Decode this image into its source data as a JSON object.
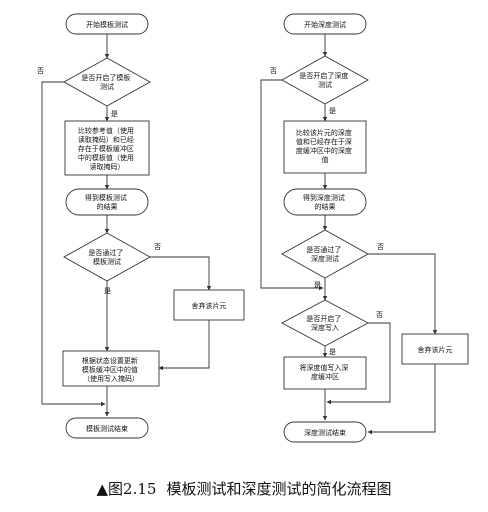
{
  "stencil": {
    "start": "开始模板测试",
    "dec_enabled": [
      "是否开启了模板",
      "测试"
    ],
    "compare": [
      "比较参考值（使用",
      "读取掩码）和已经",
      "存在于模板缓冲区",
      "中的模板值（使用",
      "读取掩码）"
    ],
    "result": [
      "得到模板测试",
      "的结果"
    ],
    "dec_pass": [
      "是否通过了",
      "模板测试"
    ],
    "discard": "舍弃该片元",
    "update": [
      "根据状态设置更新",
      "模板缓冲区中的值",
      "（使用写入掩码）"
    ],
    "end": "模板测试结束"
  },
  "depth": {
    "start": "开始深度测试",
    "dec_enabled": [
      "是否开启了深度",
      "测试"
    ],
    "compare": [
      "比较该片元的深度",
      "值和已经存在于深",
      "度缓冲区中的深度",
      "值"
    ],
    "result": [
      "得到深度测试",
      "的结果"
    ],
    "dec_pass": [
      "是否通过了",
      "深度测试"
    ],
    "dec_write": [
      "是否开启了",
      "深度写入"
    ],
    "write": [
      "将深度值写入深",
      "度缓冲区"
    ],
    "discard": "舍弃该片元",
    "end": "深度测试结束"
  },
  "labels": {
    "yes": "是",
    "no": "否"
  },
  "caption": {
    "number": "▲图2.15",
    "title": "模板测试和深度测试的简化流程图"
  },
  "colors": {
    "stroke": "#333333",
    "text": "#111111",
    "fill": "#ffffff"
  }
}
